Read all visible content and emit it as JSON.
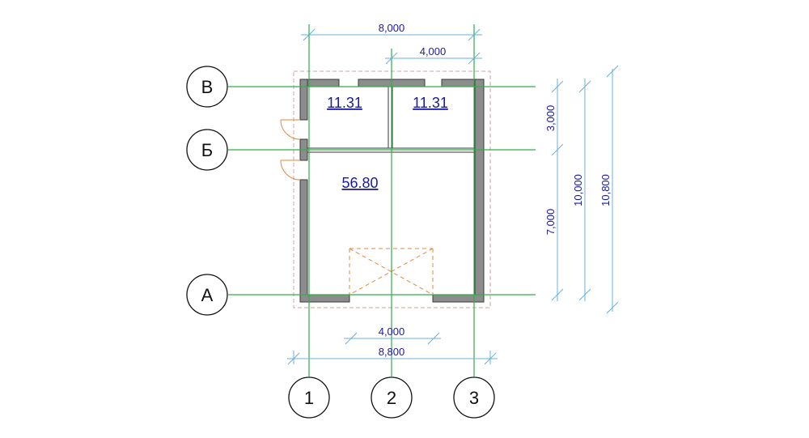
{
  "colors": {
    "grid_line": "#2fae4a",
    "dimension": "#6ab0d8",
    "dimension_text": "#1a1aa0",
    "wall_fill": "#8c8c8c",
    "wall_stroke": "#3a3a3a",
    "door": "#e08a3a",
    "boundary": "#d7a0a0"
  },
  "axes": {
    "rows": [
      "В",
      "Б",
      "А"
    ],
    "columns": [
      "1",
      "2",
      "3"
    ]
  },
  "dimensions": {
    "top_overall": "8,000",
    "top_partial": "4,000",
    "bottom_partial": "4,000",
    "bottom_overall": "8,800",
    "right_upper": "3,000",
    "right_lower": "7,000",
    "right_axes_total": "10,000",
    "right_overall": "10,800"
  },
  "rooms": [
    {
      "area": "11.31"
    },
    {
      "area": "11.31"
    },
    {
      "area": "56.80"
    }
  ],
  "icons": {
    "door": "door-swing-icon",
    "gate": "garage-gate-icon"
  }
}
